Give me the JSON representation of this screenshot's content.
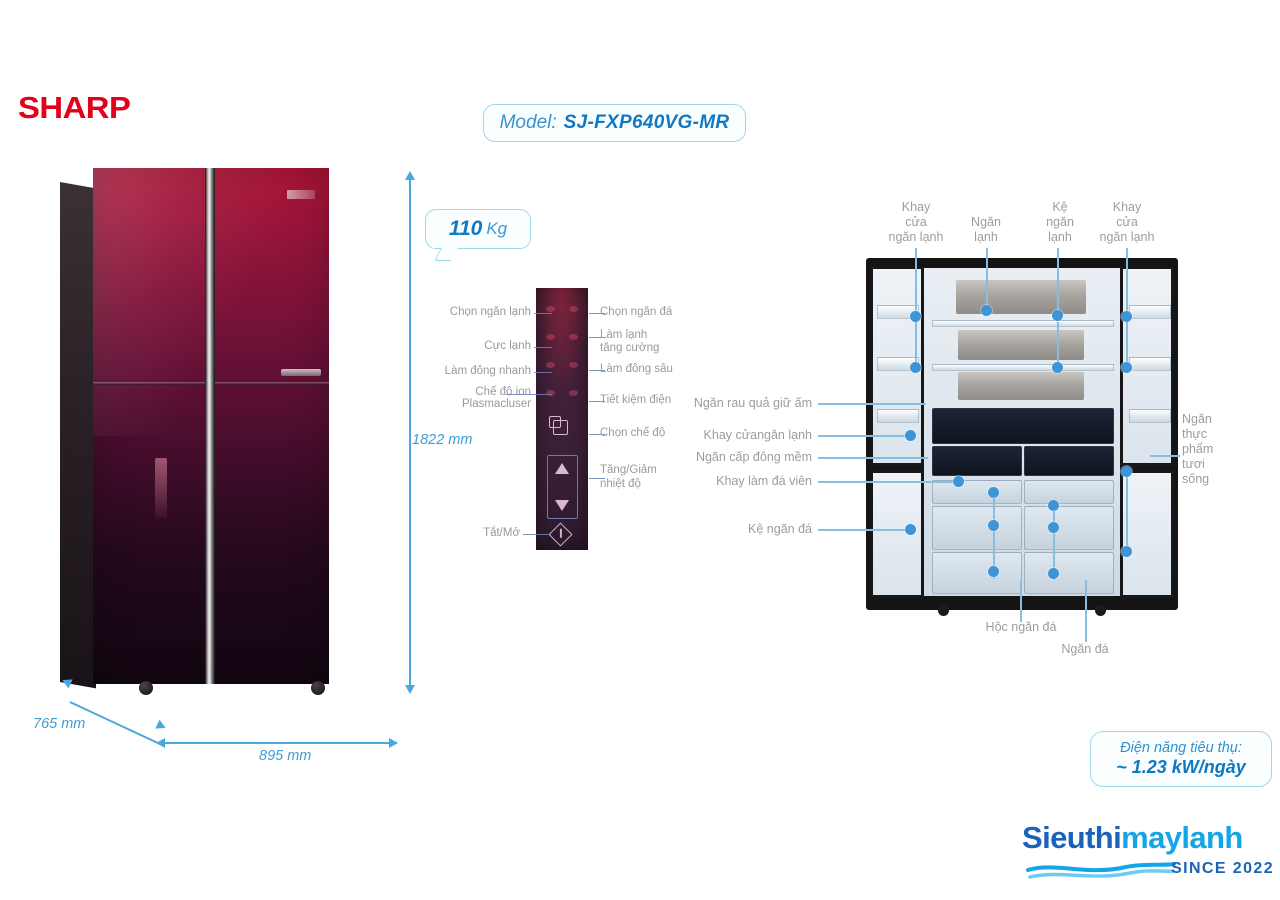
{
  "brand": {
    "logo_text": "SHARP",
    "logo_color": "#e2001a"
  },
  "model_badge": {
    "label": "Model:",
    "value": "SJ-FXP640VG-MR"
  },
  "weight_badge": {
    "value": "110",
    "unit": "Kg"
  },
  "dimensions": {
    "height": "1822 mm",
    "depth": "765 mm",
    "width": "895 mm"
  },
  "control_panel": {
    "left_labels": [
      {
        "text": "Chọn ngăn lạnh"
      },
      {
        "text": "Cực lạnh"
      },
      {
        "text": "Làm đông nhanh"
      },
      {
        "text": "Chế độ ion"
      },
      {
        "text": "Plasmacluser"
      },
      {
        "text": "Tắt/Mở"
      }
    ],
    "right_labels": [
      {
        "text": "Chọn ngăn đá"
      },
      {
        "text": "Làm lạnh"
      },
      {
        "text": "tăng cường"
      },
      {
        "text": "Làm đông sâu"
      },
      {
        "text": "Tiết kiệm điện"
      },
      {
        "text": "Chọn chế độ"
      },
      {
        "text": "Tăng/Giảm"
      },
      {
        "text": "nhiệt độ"
      }
    ],
    "icons": {
      "mode": "mode-select-icon",
      "up": "temperature-up-icon",
      "down": "temperature-down-icon",
      "power": "power-icon"
    }
  },
  "interior_callouts": {
    "top": [
      {
        "lines": [
          "Khay",
          "cửa",
          "ngăn lạnh"
        ]
      },
      {
        "lines": [
          "Ngăn",
          "lạnh"
        ]
      },
      {
        "lines": [
          "Kệ",
          "ngăn",
          "lạnh"
        ]
      },
      {
        "lines": [
          "Khay",
          "cửa",
          "ngăn lạnh"
        ]
      }
    ],
    "left": [
      {
        "text": "Ngăn rau quả giữ ấm"
      },
      {
        "text": "Khay cửangăn lạnh"
      },
      {
        "text": "Ngăn cấp đông mềm"
      },
      {
        "text": "Khay làm đá viên"
      },
      {
        "text": "Kệ ngăn đá"
      }
    ],
    "right": [
      {
        "lines": [
          "Ngăn",
          "thực",
          "phẩm",
          "tươi",
          "sống"
        ]
      }
    ],
    "bottom": [
      {
        "text": "Hộc ngăn đá"
      },
      {
        "text": "Ngăn đá"
      }
    ]
  },
  "power_badge": {
    "line1": "Điện năng tiêu thụ:",
    "line2": "~ 1.23 kW/ngày"
  },
  "site_logo": {
    "word1": "Sieuthi",
    "word2": "maylanh",
    "since": "SINCE 2022",
    "color1": "#1a63b8",
    "color2": "#13a5e8"
  },
  "colors": {
    "accent_blue": "#4aa8dc",
    "callout_gray": "#9d9d9d",
    "badge_border": "#9ed7ee"
  }
}
